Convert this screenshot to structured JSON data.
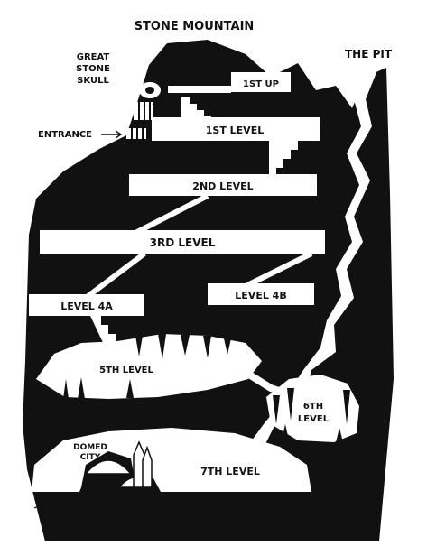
{
  "title": "STONE MOUNTAIN",
  "labels": {
    "great_stone_skull": [
      "GREAT",
      "STONE",
      "SKULL"
    ],
    "the_pit": "THE PIT",
    "entrance": "ENTRANCE",
    "domed_city": [
      "DOMED",
      "CITY"
    ],
    "sixth_level": [
      "6TH",
      "LEVEL"
    ]
  },
  "levels": {
    "first_up": "1ST UP",
    "first": "1ST LEVEL",
    "second": "2ND LEVEL",
    "third": "3RD LEVEL",
    "four_a": "LEVEL 4A",
    "four_b": "LEVEL 4B",
    "fifth": "5TH LEVEL",
    "seventh": "7TH LEVEL"
  },
  "colors": {
    "rock": "#111111",
    "paper": "#ffffff"
  }
}
